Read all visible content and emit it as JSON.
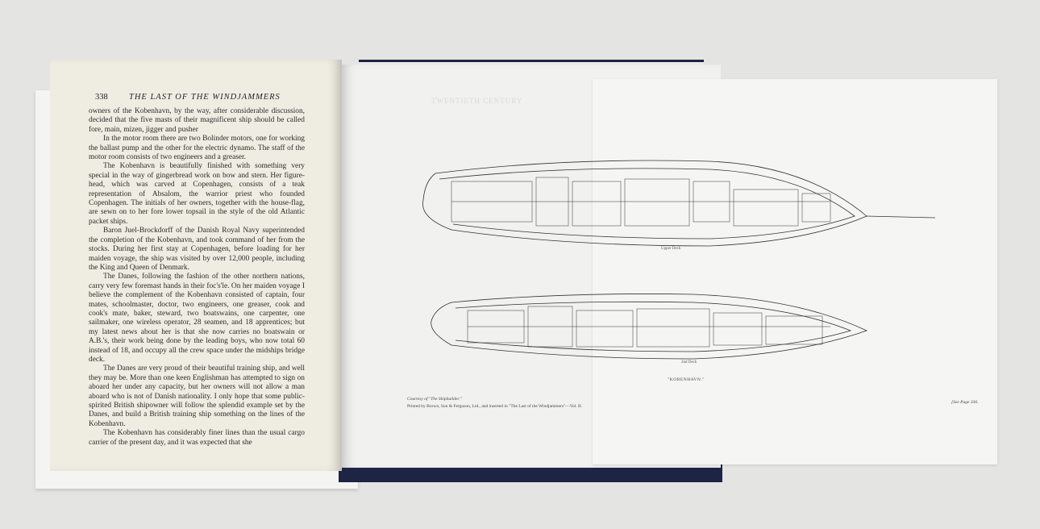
{
  "left_page": {
    "page_number": "338",
    "running_title": "THE LAST OF THE WINDJAMMERS",
    "paragraphs": [
      "owners of the Kobenhavn, by the way, after considerable discussion, decided that the five masts of their magnificent ship should be called fore, main, mizen, jigger and pusher",
      "In the motor room there are two Bolinder motors, one for working the ballast pump and the other for the electric dynamo. The staff of the motor room consists of two engineers and a greaser.",
      "The Kobenhavn is beautifully finished with something very special in the way of gingerbread work on bow and stern. Her figure-head, which was carved at Copenhagen, consists of a teak representation of Absalom, the warrior priest who founded Copenhagen. The initials of her owners, together with the house-flag, are sewn on to her fore lower topsail in the style of the old Atlantic packet ships.",
      "Baron Juel-Brockdorff of the Danish Royal Navy superintended the completion of the Kobenhavn, and took command of her from the stocks. During her first stay at Copenhagen, before loading for her maiden voyage, the ship was visited by over 12,000 people, including the King and Queen of Denmark.",
      "The Danes, following the fashion of the other northern nations, carry very few foremast hands in their foc's'le. On her maiden voyage I believe the complement of the Kobenhavn consisted of captain, four mates, schoolmaster, doctor, two engineers, one greaser, cook and cook's mate, baker, steward, two boatswains, one carpenter, one sailmaker, one wireless operator, 28 seamen, and 18 apprentices; but my latest news about her is that she now carries no boatswain or A.B.'s, their work being done by the leading boys, who now total 60 instead of 18, and occupy all the crew space under the midships bridge deck.",
      "The Danes are very proud of their beautiful training ship, and well they may be. More than one keen Englishman has attempted to sign on aboard her under any capacity, but her owners will not allow a man aboard who is not of Danish nationality. I only hope that some public-spirited British shipowner will follow the splendid example set by the Danes, and build a British training ship something on the lines of the Kobenhavn.",
      "The Kobenhavn has considerably finer lines than the usual cargo carrier of the present day, and it was expected that she"
    ]
  },
  "right_page": {
    "ghost_header": "TWENTIETH CENTURY"
  },
  "plate": {
    "upper_label": "Upper Deck",
    "lower_label": "2nd Deck",
    "title": "\"KOBENHAVN.\"",
    "courtesy": "Courtesy of \"The Shipbuilder.\"",
    "printer": "Printed by Brown, Son & Ferguson, Ltd., and inserted in \"The Last of the Windjammers\"—Vol. II.",
    "see_page": "[See Page 336."
  }
}
